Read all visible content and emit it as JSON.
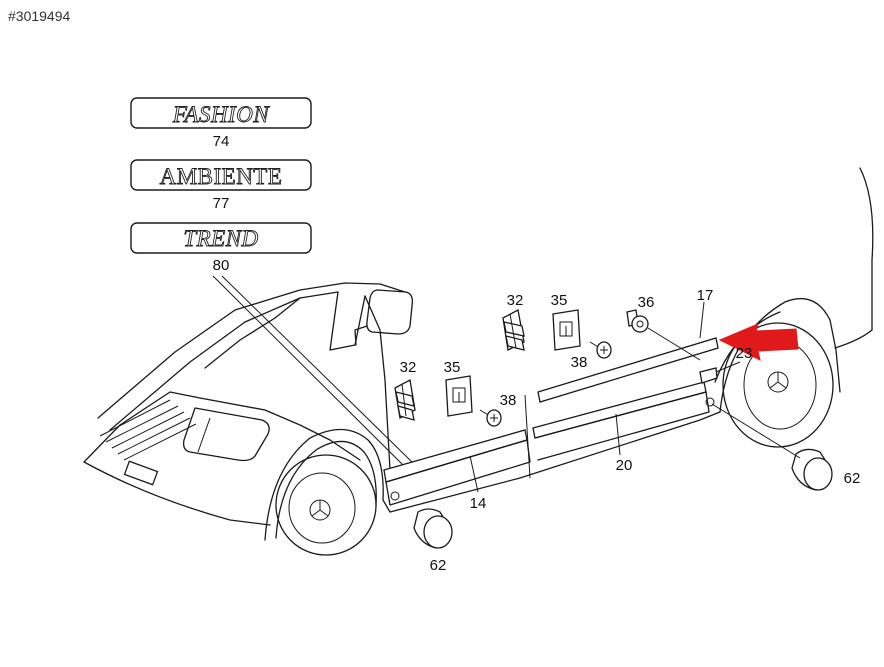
{
  "listing_id": "#3019494",
  "badges": [
    {
      "text": "FASHION",
      "number": "74"
    },
    {
      "text": "AMBIENTE",
      "number": "77"
    },
    {
      "text": "TREND",
      "number": "80"
    }
  ],
  "callouts": {
    "clip_front": "32",
    "clip_rear": "32",
    "retainer_front": "35",
    "retainer_rear": "35",
    "screw_front": "38",
    "screw_rear": "38",
    "rivet": "36",
    "moulding_upper": "17",
    "moulding_lower": "20",
    "moulding_front": "14",
    "flap": "23",
    "plug_front": "62",
    "plug_rear": "62"
  },
  "colors": {
    "arrow": "#e0191b",
    "line": "#1a1a1a",
    "background": "#ffffff"
  },
  "icons": {
    "arrow": "left-arrow-icon"
  }
}
